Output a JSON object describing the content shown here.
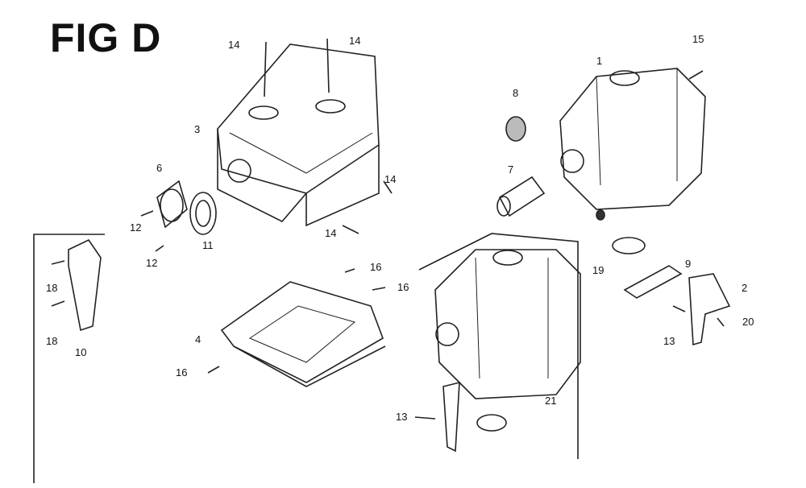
{
  "title": "FIG D",
  "labels": [
    "14",
    "14",
    "15",
    "1",
    "8",
    "3",
    "6",
    "7",
    "14",
    "12",
    "12",
    "11",
    "14",
    "19",
    "9",
    "16",
    "16",
    "18",
    "18",
    "2",
    "4",
    "10",
    "13",
    "20",
    "16",
    "21",
    "13"
  ]
}
